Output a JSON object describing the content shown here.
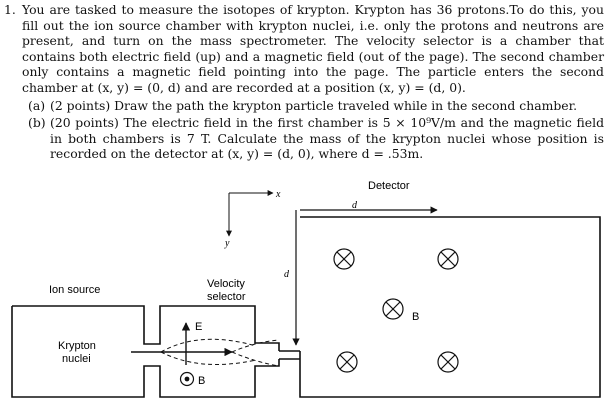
{
  "problem": {
    "number": "1.",
    "statement": "You are tasked to measure the isotopes of krypton. Krypton has 36 protons.To do this, you fill out the ion source chamber with krypton nuclei, i.e. only the protons and neutrons are present, and turn on the mass spectrometer. The velocity selector is a chamber that contains both electric field (up) and a magnetic field (out of the page). The second chamber only contains a magnetic field pointing into the page. The particle enters the second chamber at (x, y) = (0, d) and are recorded at a position (x, y) = (d, 0).",
    "parts": [
      {
        "label": "(a)",
        "text": "(2 points) Draw the path the krypton particle traveled while in the second chamber."
      },
      {
        "label": "(b)",
        "text": "(20 points) The electric field in the first chamber is 5 × 10⁹V/m and the magnetic field in both chambers is 7 T. Calculate the mass of the krypton nuclei whose position is recorded on the detector at (x, y) = (d, 0), where d = .53m."
      }
    ]
  },
  "diagram": {
    "detector_label": "Detector",
    "ion_source_label": "Ion source",
    "velocity_selector_label_1": "Velocity",
    "velocity_selector_label_2": "selector",
    "krypton_label_1": "Krypton",
    "krypton_label_2": "nuclei",
    "e_label": "E",
    "b_label_selector": "B",
    "b_label_chamber": "B",
    "x_axis_label": "x",
    "y_axis_label": "y",
    "d_label_top": "d",
    "d_label_side": "d"
  }
}
